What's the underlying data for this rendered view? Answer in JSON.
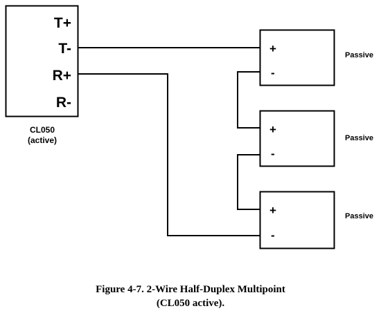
{
  "active_device": {
    "terminals": [
      "T+",
      "T-",
      "R+",
      "R-"
    ],
    "name": "CL050",
    "mode": "(active)"
  },
  "passive_devices": [
    {
      "plus": "+",
      "minus": "-",
      "label": "Passive"
    },
    {
      "plus": "+",
      "minus": "-",
      "label": "Passive"
    },
    {
      "plus": "+",
      "minus": "-",
      "label": "Passive"
    }
  ],
  "caption": {
    "line1": "Figure 4-7.  2-Wire Half-Duplex Multipoint",
    "line2": "(CL050 active)."
  }
}
